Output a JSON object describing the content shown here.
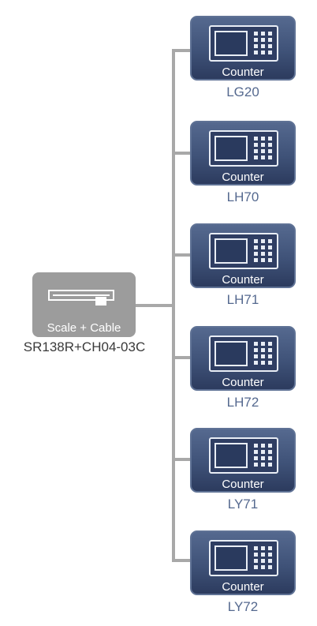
{
  "source": {
    "label": "Scale + Cable",
    "model": "SR138R+CH04-03C"
  },
  "counters": [
    {
      "label": "Counter",
      "model": "LG20"
    },
    {
      "label": "Counter",
      "model": "LH70"
    },
    {
      "label": "Counter",
      "model": "LH71"
    },
    {
      "label": "Counter",
      "model": "LH72"
    },
    {
      "label": "Counter",
      "model": "LY71"
    },
    {
      "label": "Counter",
      "model": "LY72"
    }
  ],
  "colors": {
    "scale_box": "#9c9c9c",
    "counter_box": "#3f5278",
    "connector_line": "#a8a8a8",
    "counter_model_text": "#55698f"
  }
}
